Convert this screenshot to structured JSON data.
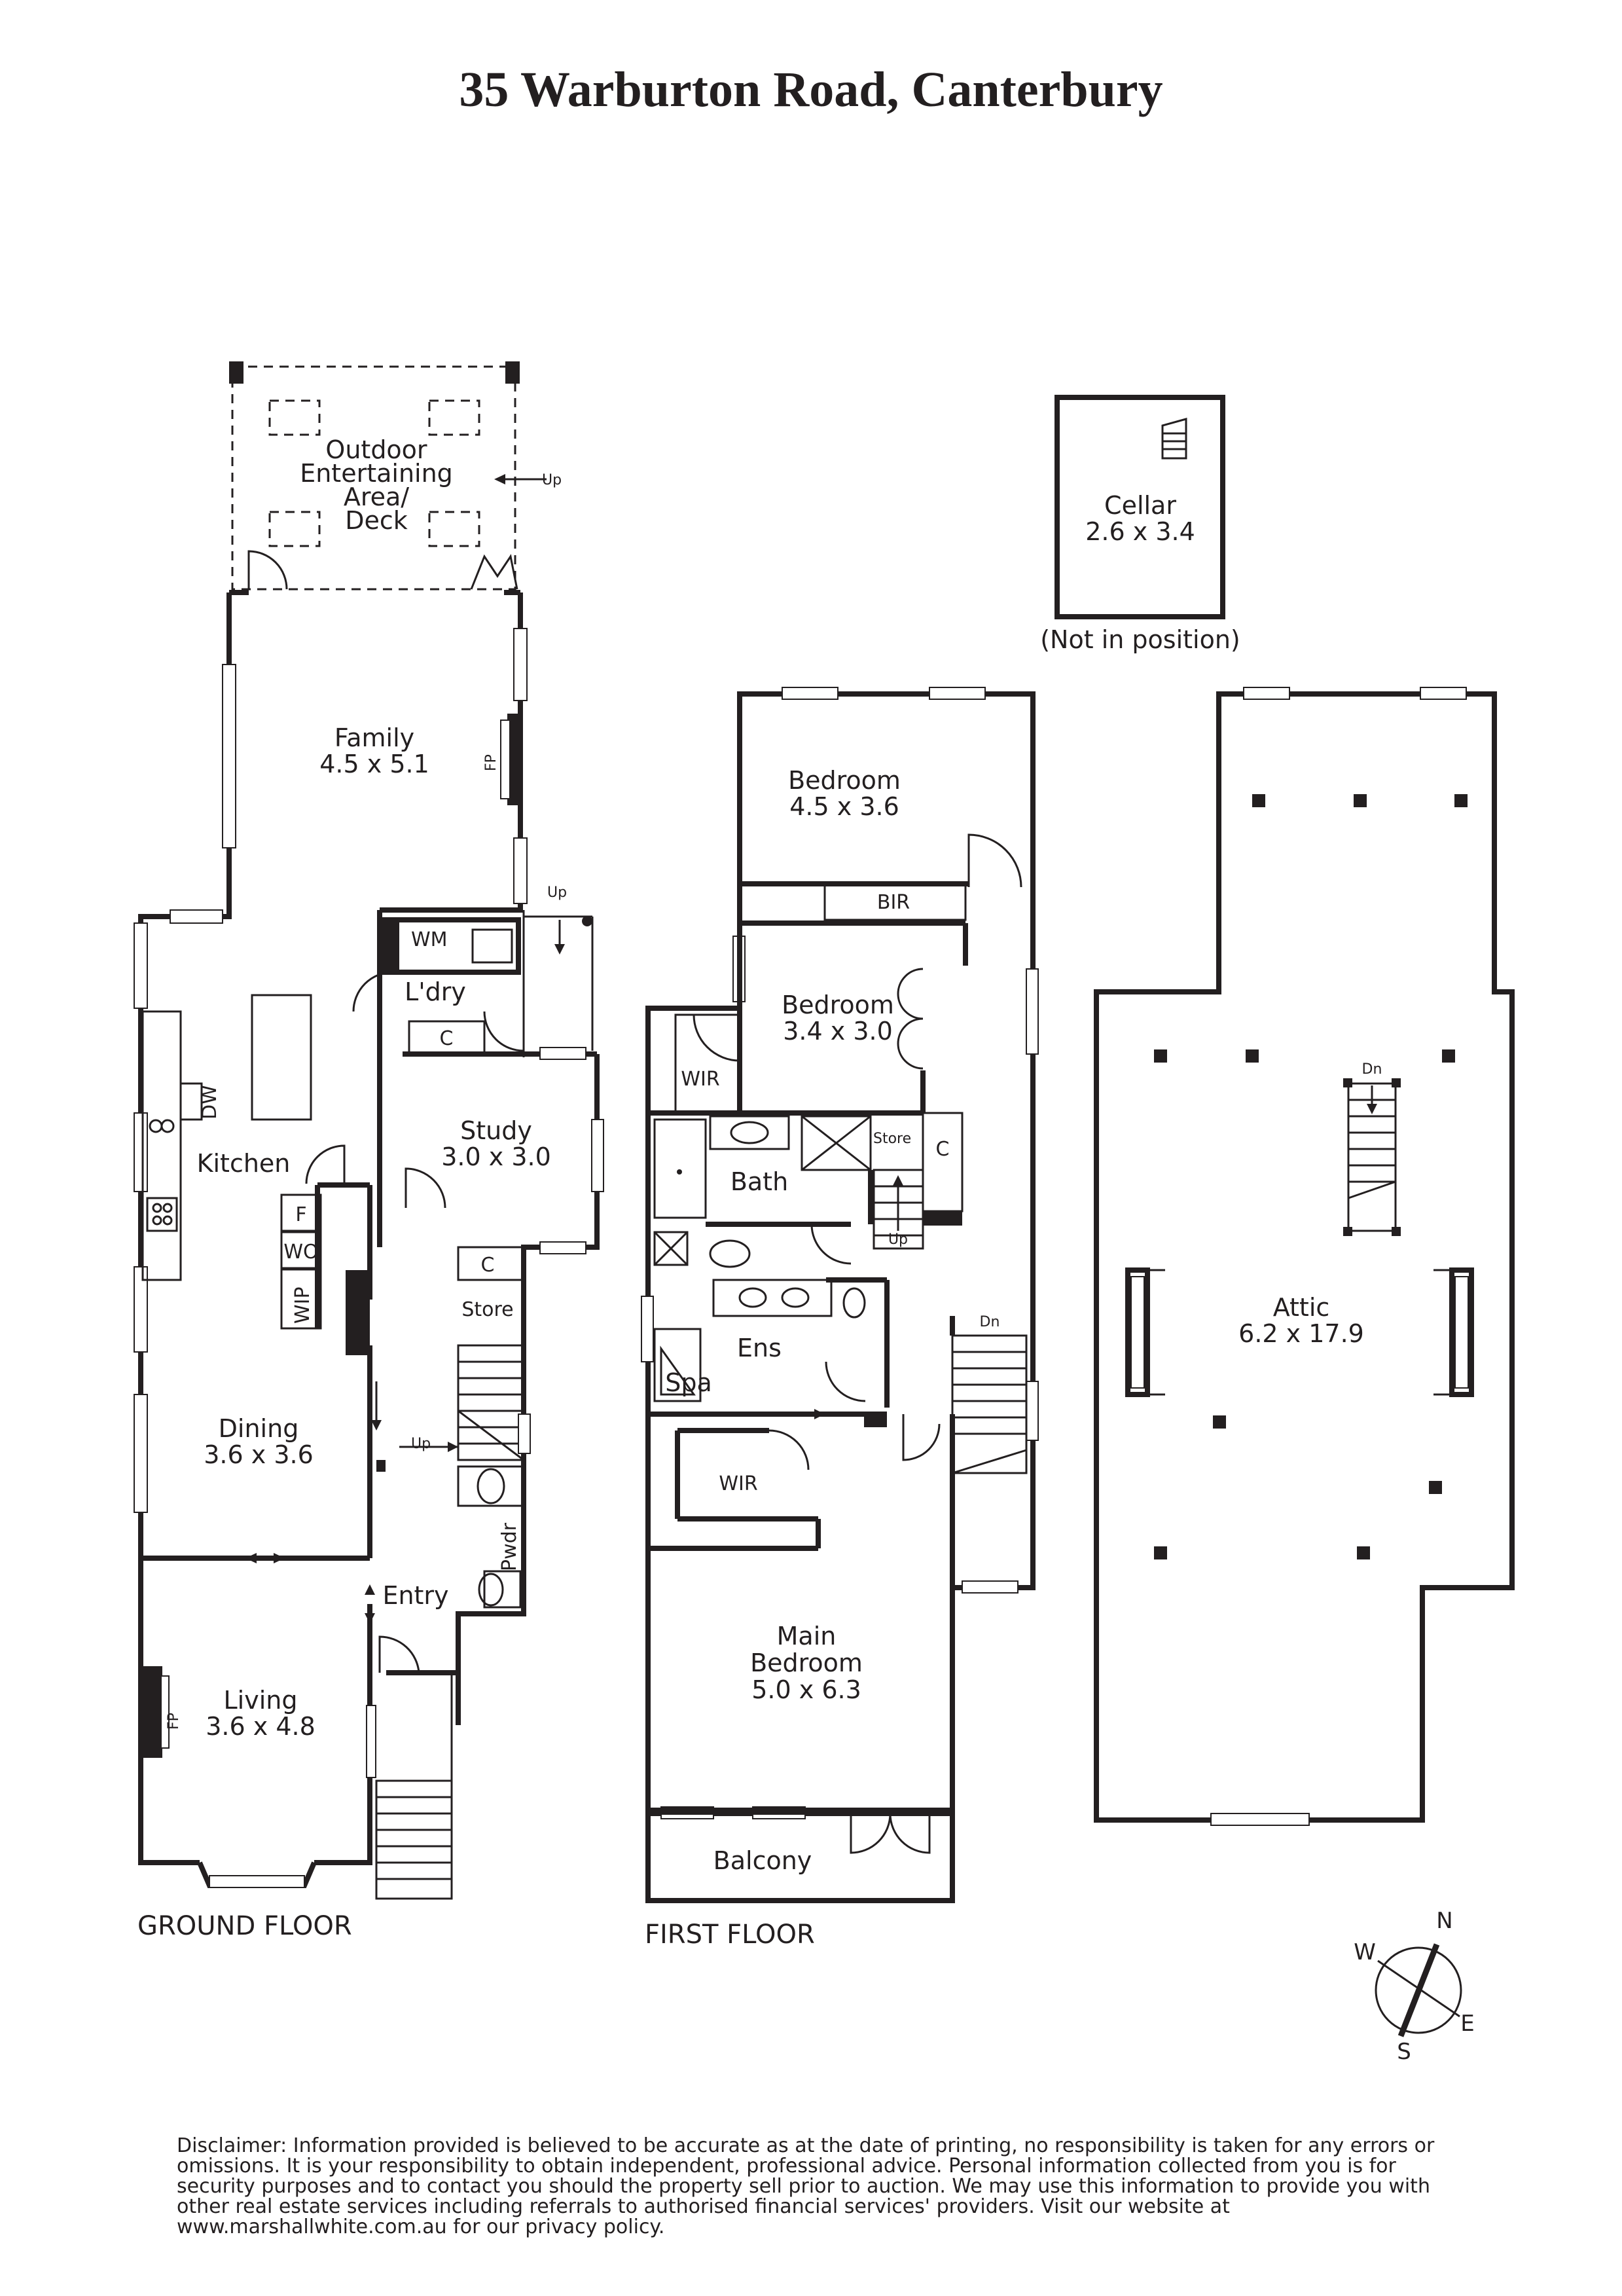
{
  "title": "35 Warburton Road, Canterbury",
  "floors": {
    "ground": "GROUND FLOOR",
    "first": "FIRST FLOOR"
  },
  "rooms": {
    "outdoor": [
      "Outdoor",
      "Entertaining",
      "Area/",
      "Deck"
    ],
    "family": {
      "name": "Family",
      "size": "4.5 x 5.1"
    },
    "kitchen": {
      "name": "Kitchen"
    },
    "laundry": {
      "name": "L'dry"
    },
    "study": {
      "name": "Study",
      "size": "3.0 x 3.0"
    },
    "dining": {
      "name": "Dining",
      "size": "3.6 x 3.6"
    },
    "entry": {
      "name": "Entry"
    },
    "living": {
      "name": "Living",
      "size": "3.6 x 4.8"
    },
    "bedroom1": {
      "name": "Bedroom",
      "size": "4.5 x 3.6"
    },
    "bedroom2": {
      "name": "Bedroom",
      "size": "3.4 x 3.0"
    },
    "bath": {
      "name": "Bath"
    },
    "ens": {
      "name": "Ens"
    },
    "main_bedroom": {
      "name": [
        "Main",
        "Bedroom"
      ],
      "size": "5.0 x 6.3"
    },
    "balcony": {
      "name": "Balcony"
    },
    "cellar": {
      "name": "Cellar",
      "size": "2.6 x 3.4",
      "note": "(Not in position)"
    },
    "attic": {
      "name": "Attic",
      "size": "6.2 x 17.9"
    }
  },
  "fixtures": {
    "wm": "WM",
    "c": "C",
    "dw": "DW",
    "f": "F",
    "wo": "WO",
    "wip": "WIP",
    "store": "Store",
    "pwdr": "Pwdr",
    "fp": "FP",
    "bir": "BIR",
    "wir": "WIR",
    "spa": "Spa",
    "up": "Up",
    "dn": "Dn"
  },
  "compass": {
    "n": "N",
    "e": "E",
    "s": "S",
    "w": "W"
  },
  "disclaimer": "Disclaimer: Information provided is believed to be accurate as at the date of printing, no responsibility is taken for any errors or omissions. It is your responsibility to obtain independent, professional advice. Personal information collected from you is for security purposes and to contact you should the property sell prior to auction. We may use this information to provide you with other real estate services including referrals to authorised financial services' providers. Visit our website at www.marshallwhite.com.au for our privacy policy."
}
